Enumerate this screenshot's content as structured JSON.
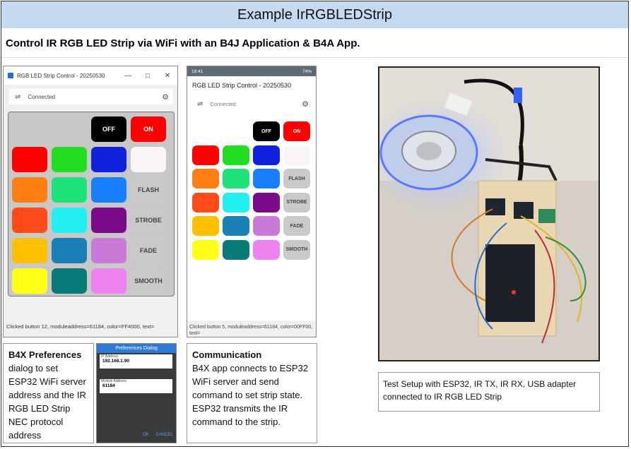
{
  "title": "Example IrRGBLEDStrip",
  "subtitle": "Control IR RGB LED Strip via WiFi with an B4J Application & B4A App.",
  "b4j": {
    "window_title": "RGB LED Strip Control - 20250530",
    "connection_status": "Connected",
    "status_line": "Clicked button 12, moduleaddress=61184, color=FF4000, text=",
    "off_label": "OFF",
    "on_label": "ON",
    "flash_label": "FLASH",
    "strobe_label": "STROBE",
    "fade_label": "FADE",
    "smooth_label": "SMOOTH"
  },
  "android": {
    "status_time": "18:41",
    "status_right": "74%",
    "app_title": "RGB LED Strip Control - 20250530",
    "connection_status": "Connected",
    "status_line": "Clicked button 5, moduleaddress=61184, color=00FF00, text=",
    "off_label": "OFF",
    "on_label": "ON",
    "flash_label": "FLASH",
    "strobe_label": "STROBE",
    "fade_label": "FADE",
    "smooth_label": "SMOOTH"
  },
  "color_grid": [
    [
      "#ff0000",
      "#22dd22",
      "#1122dd",
      "#fbf6f5"
    ],
    [
      "#ff7f14",
      "#1de27a",
      "#1a7fff"
    ],
    [
      "#ff4a1a",
      "#22f0f0",
      "#7a0a8a"
    ],
    [
      "#ffbf00",
      "#1a7fb5",
      "#c97ad8"
    ],
    [
      "#ffff1a",
      "#0a7a78",
      "#ee82ee"
    ]
  ],
  "preferences": {
    "heading": "B4X Preferences",
    "body": "dialog to set ESP32 WiFi server address and the IR RGB LED Strip NEC protocol  address",
    "dialog_title": "Preferences Dialog",
    "ip_label": "IP Address",
    "ip_value": "192.168.1.90",
    "module_label": "Module Address",
    "module_value": "61184",
    "ok_label": "OK",
    "cancel_label": "CANCEL"
  },
  "communication": {
    "heading": "Communication",
    "body1": "B4X app connects to ESP32 WiFi server and send command to set strip state.",
    "body2": "ESP32 transmits the IR command to the strip."
  },
  "test_setup_caption": "Test Setup with ESP32, IR TX, IR RX, USB adapter connected to IR RGB LED Strip",
  "colors": {
    "title_bar": "#c5d9f1",
    "off_button": "#000000",
    "on_button": "#ff0000",
    "android_status_bar": "#5f6b72"
  }
}
